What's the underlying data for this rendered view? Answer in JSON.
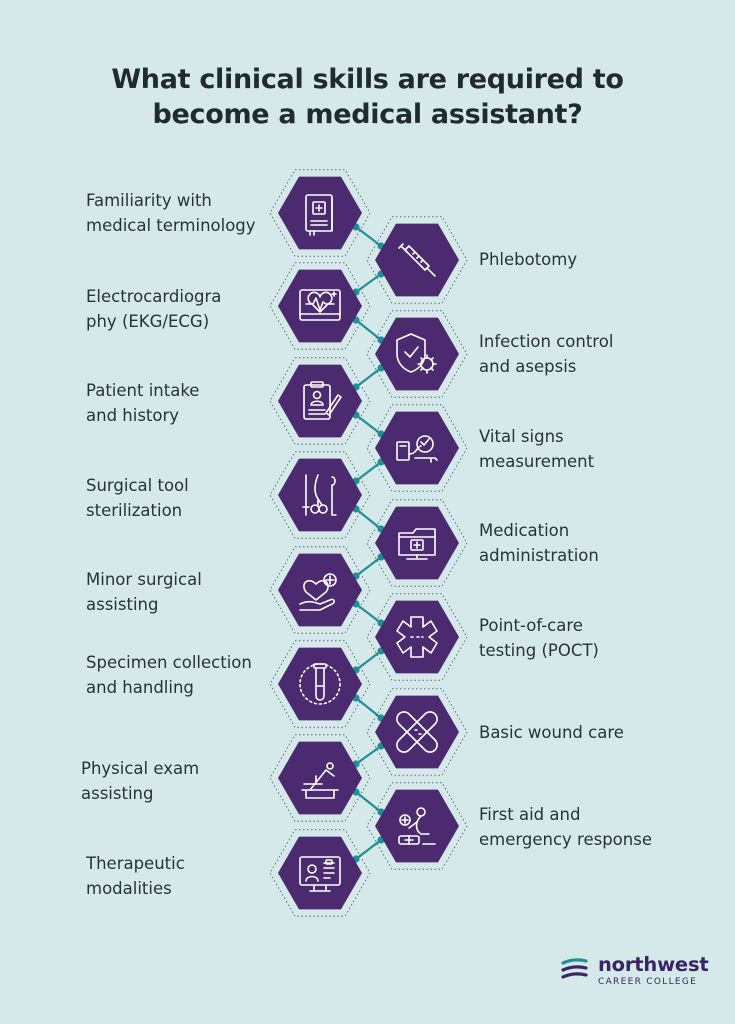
{
  "title": {
    "line1": "What clinical skills are required to",
    "line2": "become a medical assistant?"
  },
  "colors": {
    "background": "#d6e9ea",
    "hex_fill": "#4b2a6f",
    "hex_outline": "#5c6b75",
    "connector": "#1f8f96",
    "logo_purple": "#3a2466",
    "logo_teal": "#1f8f96"
  },
  "skills_left": [
    {
      "line1": "Familiarity with",
      "line2": "medical terminology",
      "icon": "medical-book-icon"
    },
    {
      "line1": "Electrocardiogra",
      "line2": "phy (EKG/ECG)",
      "icon": "ekg-monitor-icon"
    },
    {
      "line1": "Patient intake",
      "line2": "and history",
      "icon": "clipboard-patient-icon"
    },
    {
      "line1": "Surgical tool",
      "line2": "sterilization",
      "icon": "surgical-tools-icon"
    },
    {
      "line1": "Minor surgical",
      "line2": "assisting",
      "icon": "heart-hand-icon"
    },
    {
      "line1": "Specimen collection",
      "line2": "and handling",
      "icon": "test-tube-icon"
    },
    {
      "line1": "Physical exam",
      "line2": "assisting",
      "icon": "exam-table-icon"
    },
    {
      "line1": "Therapeutic",
      "line2": "modalities",
      "icon": "telehealth-monitor-icon"
    }
  ],
  "skills_right": [
    {
      "line1": "Phlebotomy",
      "line2": "",
      "icon": "syringe-icon"
    },
    {
      "line1": "Infection control",
      "line2": "and asepsis",
      "icon": "shield-virus-icon"
    },
    {
      "line1": "Vital signs",
      "line2": "measurement",
      "icon": "blood-pressure-icon"
    },
    {
      "line1": "Medication",
      "line2": "administration",
      "icon": "medical-folder-icon"
    },
    {
      "line1": "Point-of-care",
      "line2": "testing (POCT)",
      "icon": "medical-star-icon"
    },
    {
      "line1": "Basic wound care",
      "line2": "",
      "icon": "bandage-icon"
    },
    {
      "line1": "First aid and",
      "line2": "emergency response",
      "icon": "first-aid-responder-icon"
    }
  ],
  "logo": {
    "name": "northwest",
    "sub": "CAREER COLLEGE",
    "icon": "northwest-logo-icon"
  }
}
